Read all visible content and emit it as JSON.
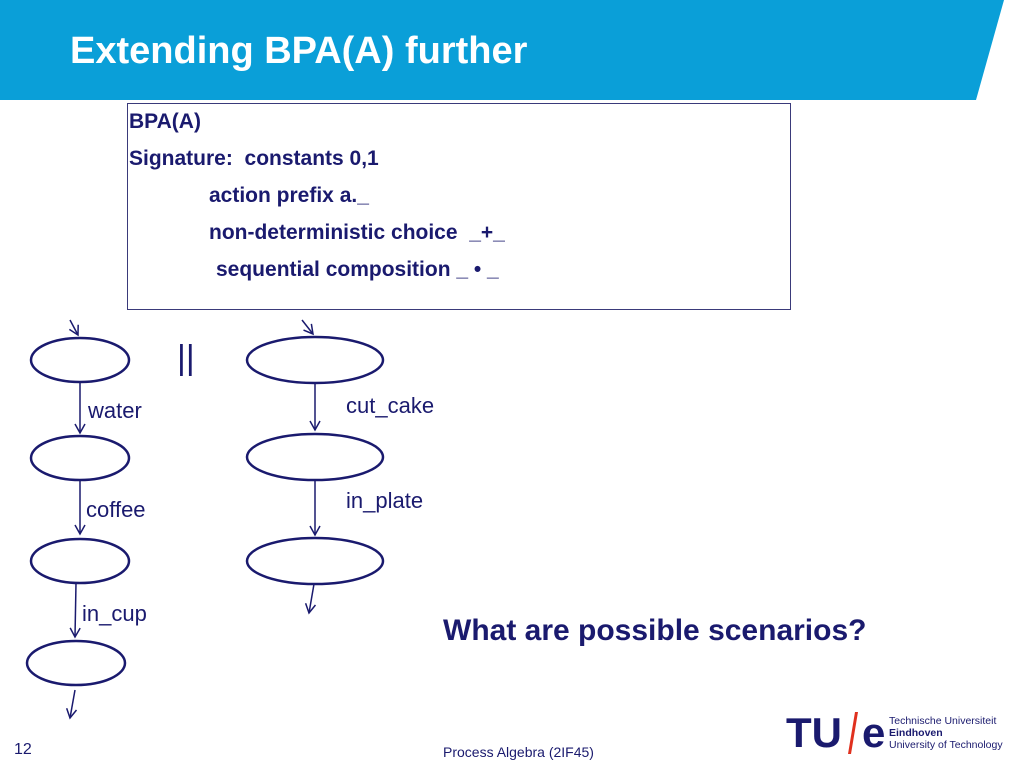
{
  "slide": {
    "title": "Extending BPA(A) further",
    "page_number": "12",
    "footer": "Process Algebra (2IF45)",
    "question": "What are possible scenarios?",
    "parallel_symbol": "||",
    "colors": {
      "header": "#0a9fd8",
      "text": "#1a1a6e",
      "logo_slash": "#e0301e"
    }
  },
  "signature_box": {
    "lines": [
      "BPA(A)",
      "Signature:  constants 0,1",
      "action prefix a._",
      "non-deterministic choice  _+_",
      "sequential composition _ • _"
    ]
  },
  "diagram": {
    "left_process": {
      "labels": [
        "water",
        "coffee",
        "in_cup"
      ]
    },
    "right_process": {
      "labels": [
        "cut_cake",
        "in_plate"
      ]
    }
  },
  "logo": {
    "mark": "TU",
    "mark_e": "e",
    "lines": [
      "Technische Universiteit",
      "Eindhoven",
      "University of Technology"
    ]
  }
}
